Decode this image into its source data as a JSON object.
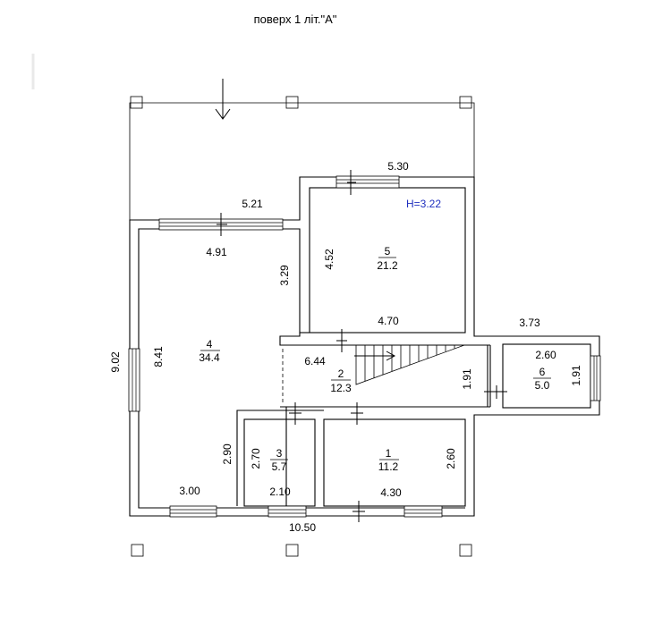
{
  "title": "поверх 1 літ.\"А\"",
  "height_mark": "H=3.22",
  "colors": {
    "line": "#000000",
    "height_mark": "#1f2fbf",
    "faint": "#e9e9e9"
  },
  "rooms": [
    {
      "id": "1",
      "number": "1",
      "area": "11.2"
    },
    {
      "id": "2",
      "number": "2",
      "area": "12.3"
    },
    {
      "id": "3",
      "number": "3",
      "area": "5.7"
    },
    {
      "id": "4",
      "number": "4",
      "area": "34.4"
    },
    {
      "id": "5",
      "number": "5",
      "area": "21.2"
    },
    {
      "id": "6",
      "number": "6",
      "area": "5.0"
    }
  ],
  "dimensions": {
    "top_right": "5.30",
    "top_left": "5.21",
    "room5_height": "4.52",
    "room4_top": "4.91",
    "room4_right_upper": "3.29",
    "room5_bottom": "4.70",
    "right_ext": "3.73",
    "room6_top": "2.60",
    "room6_right": "1.91",
    "overall_height": "9.02",
    "room4_height": "8.41",
    "corridor_length": "6.44",
    "corridor_height": "1.91",
    "room4_right_lower": "2.90",
    "room3_height": "2.70",
    "room1_height": "2.60",
    "room4_bottom": "3.00",
    "room3_bottom": "2.10",
    "room1_bottom": "4.30",
    "overall_width": "10.50"
  }
}
